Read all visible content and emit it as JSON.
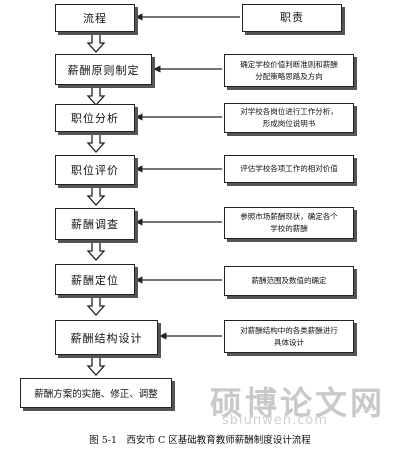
{
  "left_boxes": [
    {
      "id": "process",
      "label": "流程"
    },
    {
      "id": "principle",
      "label": "薪酬原则制定"
    },
    {
      "id": "analysis",
      "label": "职位分析"
    },
    {
      "id": "evaluation",
      "label": "职位评价"
    },
    {
      "id": "survey",
      "label": "薪酬调查"
    },
    {
      "id": "positioning",
      "label": "薪酬定位"
    },
    {
      "id": "structure",
      "label": "薪酬结构设计"
    },
    {
      "id": "implementation",
      "label": "薪酬方案的实施、修正、调整"
    }
  ],
  "right_boxes": [
    {
      "id": "duty",
      "label": "职责"
    },
    {
      "id": "duty-principle",
      "label": "确定学校价值判断准则和薪酬\n分配策略思路及方向"
    },
    {
      "id": "duty-analysis",
      "label": "对学校各岗位进行工作分析，\n形成岗位说明书"
    },
    {
      "id": "duty-evaluation",
      "label": "评估学校各项工作的相对价值"
    },
    {
      "id": "duty-survey",
      "label": "参照市场薪酬现状，确定各个\n学校的薪酬"
    },
    {
      "id": "duty-positioning",
      "label": "薪酬范围及数值的确定"
    },
    {
      "id": "duty-structure",
      "label": "对薪酬结构中的各类薪酬进行\n具体设计"
    }
  ],
  "caption": "图 5-1　西安市 C 区基础教育教师薪酬制度设计流程",
  "watermark": {
    "text": "硕博论文网",
    "url": "sblunwen.com"
  }
}
